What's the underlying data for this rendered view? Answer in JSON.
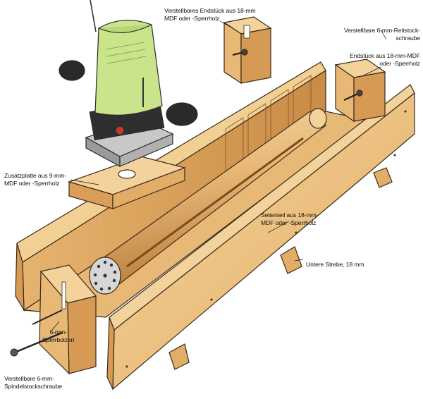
{
  "labels": {
    "adjustable_end_piece": [
      "Verstellbares Endstück aus 18-mm",
      "MDF oder -Sperrholz"
    ],
    "tailstock_screw": [
      "Verstellbare 6-mm-Reitstock-",
      "schraube"
    ],
    "end_piece": [
      "Endstück aus 18-mm-MDF",
      "oder -Sperrholz"
    ],
    "auxiliary_plate": [
      "Zusatzplatte aus 9-mm-",
      "MDF oder -Sperrholz"
    ],
    "side_panel": [
      "Seitenteil aus 18-mm-",
      "MDF oder -Sperrholz"
    ],
    "lower_strut": [
      "Untere Strebe, 18 mm"
    ],
    "plywood_dowel": [
      "6-mm-",
      "Sperrbolzen"
    ],
    "headstock_screw": [
      "Verstellbare 6-mm-",
      "Spindelstockschraube"
    ]
  },
  "colors": {
    "wood_light": "#f2cf93",
    "wood_mid": "#e3b06a",
    "wood_dark": "#b87b3a",
    "router_body": "#c9e48a",
    "router_dark": "#2a2a2a",
    "outline": "#3a2a18"
  }
}
